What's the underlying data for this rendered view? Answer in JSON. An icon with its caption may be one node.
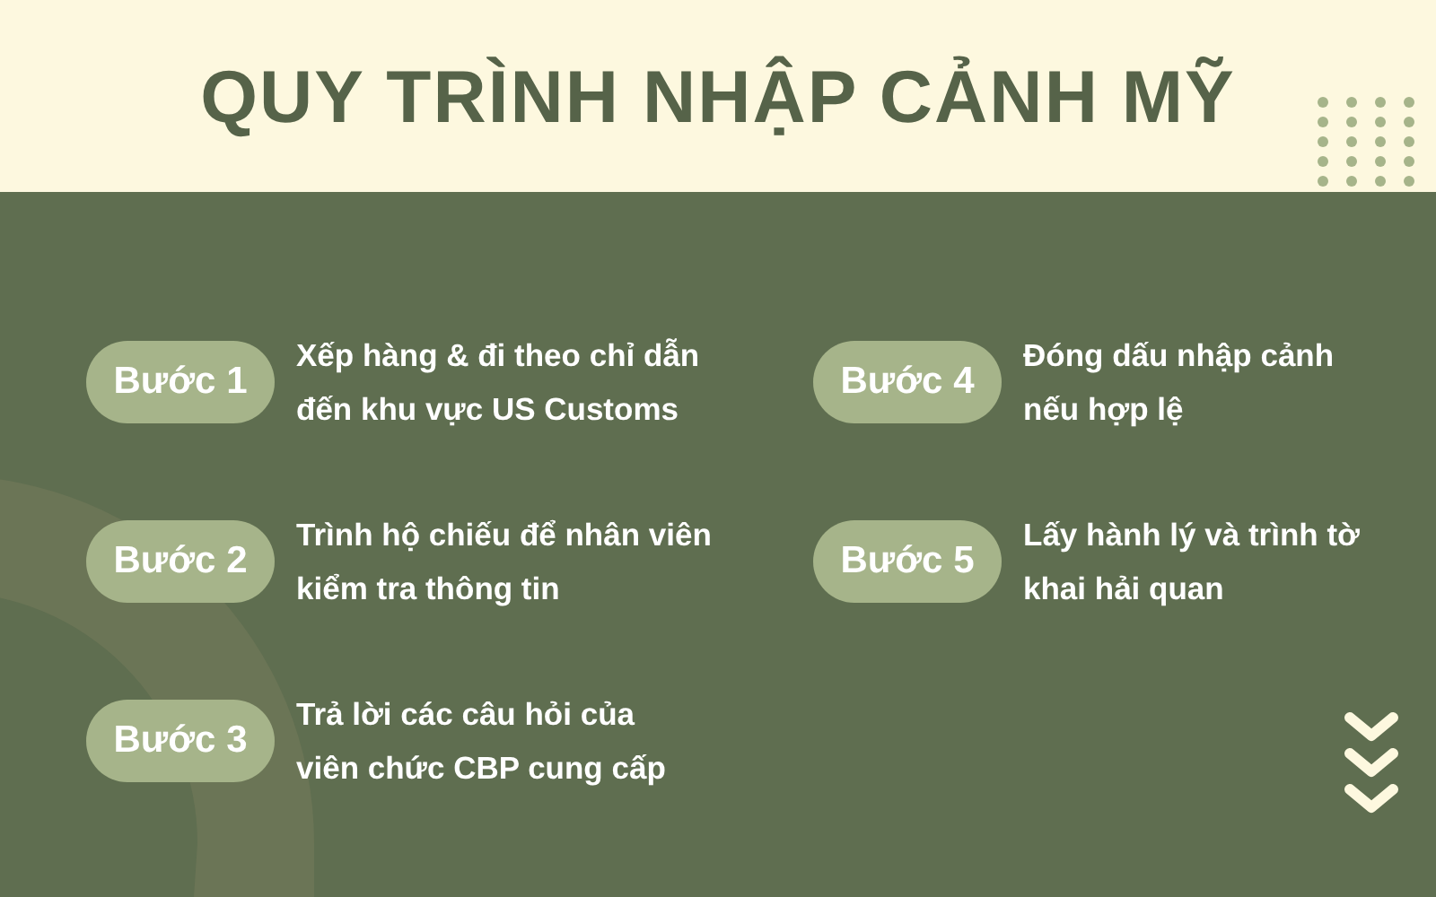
{
  "diagram": {
    "title": "QUY TRÌNH NHẬP CẢNH MỸ",
    "nodes": [
      {
        "text": [
          "Bước 1"
        ],
        "beside": [
          "Xếp hàng & đi theo chỉ dẫn đến khu vực US Customs"
        ]
      },
      {
        "text": [
          "Bước 2"
        ],
        "beside": [
          "Trình hộ chiếu để nhân viên kiểm tra thông tin"
        ]
      },
      {
        "text": [
          "Bước 3"
        ],
        "beside": [
          "Trả lời các câu hỏi của viên chức CBP cung cấp"
        ]
      },
      {
        "text": [
          "Bước 4"
        ],
        "beside": [
          "Đóng dấu nhập cảnh nếu hợp lệ"
        ]
      },
      {
        "text": [
          "Bước 5"
        ],
        "beside": [
          "Lấy hành lý và trình tờ khai hải quan"
        ]
      }
    ]
  }
}
